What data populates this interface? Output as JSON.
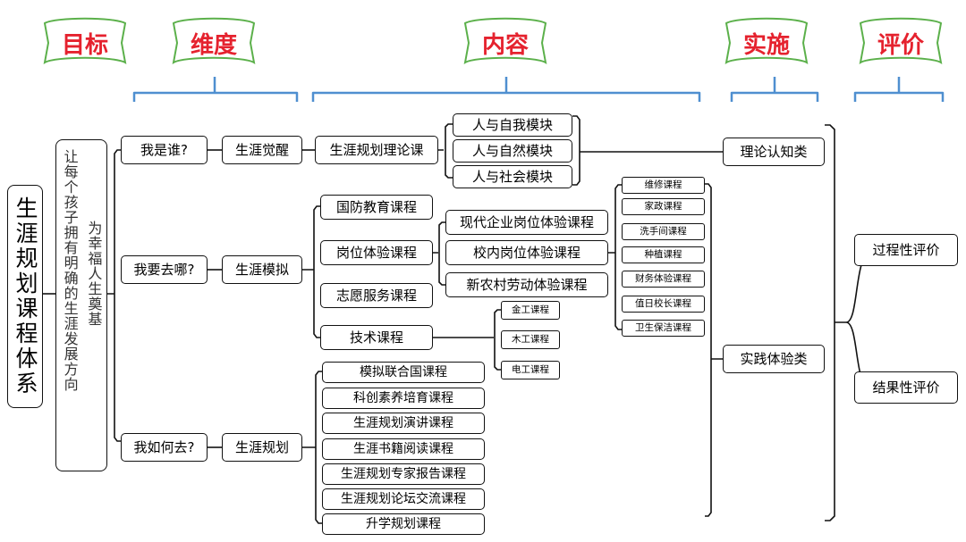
{
  "headers": {
    "goal": "目标",
    "dimension": "维度",
    "content": "内容",
    "implement": "实施",
    "evaluate": "评价"
  },
  "colors": {
    "header_text": "#e5222e",
    "banner_stroke": "#5bb04a",
    "brace": "#4f8fd0",
    "line": "#111111"
  },
  "root": "生涯规划课程体系",
  "goals": {
    "primary": "让每个孩子拥有明确的生涯发展方向",
    "secondary": "为幸福人生奠基"
  },
  "questions": {
    "who": "我是谁?",
    "where": "我要去哪?",
    "how": "我如何去?"
  },
  "stages": {
    "awareness": "生涯觉醒",
    "simulation": "生涯模拟",
    "planning": "生涯规划"
  },
  "theory": {
    "course": "生涯规划理论课",
    "modules": [
      "人与自我模块",
      "人与自然模块",
      "人与社会模块"
    ]
  },
  "simulation_courses": {
    "defense": "国防教育课程",
    "post": "岗位体验课程",
    "volunteer": "志愿服务课程",
    "tech": "技术课程"
  },
  "post_sub": [
    "现代企业岗位体验课程",
    "校内岗位体验课程",
    "新农村劳动体验课程"
  ],
  "campus_sub": [
    "维修课程",
    "家政课程",
    "洗手间课程",
    "种植课程",
    "财务体验课程",
    "值日校长课程",
    "卫生保洁课程"
  ],
  "tech_sub": [
    "金工课程",
    "木工课程",
    "电工课程"
  ],
  "planning_courses": [
    "模拟联合国课程",
    "科创素养培育课程",
    "生涯规划演讲课程",
    "生涯书籍阅读课程",
    "生涯规划专家报告课程",
    "生涯规划论坛交流课程",
    "升学规划课程"
  ],
  "implementation": {
    "theory": "理论认知类",
    "practice": "实践体验类"
  },
  "evaluation": {
    "process": "过程性评价",
    "result": "结果性评价"
  }
}
